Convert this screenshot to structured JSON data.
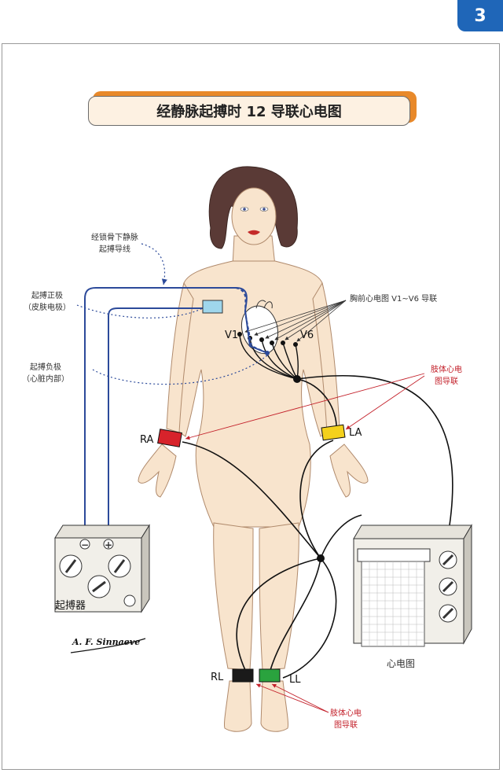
{
  "page_number": "3",
  "title": "经静脉起搏时 12 导联心电图",
  "labels": {
    "pacing_lead_line1": "经锁骨下静脉",
    "pacing_lead_line2": "起搏导线",
    "pos_electrode_line1": "起搏正极",
    "pos_electrode_line2": "（皮肤电极）",
    "neg_electrode_line1": "起搏负极",
    "neg_electrode_line2": "（心脏内部）",
    "chest_leads": "胸前心电图 V1~V6 导联",
    "v1": "V1",
    "v6": "V6",
    "limb_leads_upper_line1": "肢体心电",
    "limb_leads_upper_line2": "图导联",
    "limb_leads_lower_line1": "肢体心电",
    "limb_leads_lower_line2": "图导联",
    "ra": "RA",
    "la": "LA",
    "rl": "RL",
    "ll": "LL",
    "pacemaker": "起搏器",
    "ecg_machine": "心电图",
    "signature": "A. F. Sinnaeve",
    "minus_sign": "−",
    "plus_sign": "+"
  },
  "colors": {
    "badge": "#1f66b8",
    "title_shadow": "#e8892a",
    "title_bg": "#fdf1e2",
    "skin": "#f8e4cd",
    "hair": "#5a3a36",
    "lead_wire_blue": "#2c4a9a",
    "ra_band": "#d7232b",
    "la_band": "#f4d11c",
    "ll_band": "#2aa33e",
    "rl_band": "#1a1a1a",
    "skin_electrode": "#9fd6ec",
    "arrow_red": "#c3202a"
  }
}
